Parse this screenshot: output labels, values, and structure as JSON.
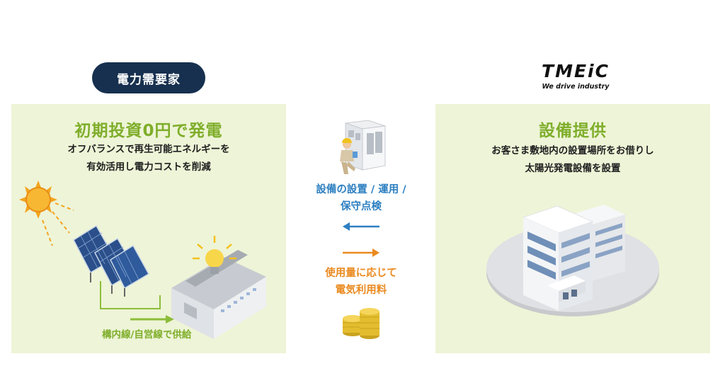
{
  "customer": {
    "badge_label": "電力需要家",
    "title": "初期投資0円で発電",
    "description_line1": "オフバランスで再生可能エネルギーを",
    "description_line2": "有効活用し電力コストを削減",
    "supply_label": "構内線/自営線で供給"
  },
  "provider": {
    "logo_text": "TMEiC",
    "logo_tagline": "We drive industry",
    "title": "設備提供",
    "description_line1": "お客さま敷地内の設置場所をお借りし",
    "description_line2": "太陽光発電設備を設置"
  },
  "flows": {
    "service_line1": "設備の設置 / 運用 /",
    "service_line2": "保守点検",
    "payment_line1": "使用量に応じて",
    "payment_line2": "電気利用料"
  },
  "colors": {
    "badge_bg": "#17304f",
    "panel_bg": "#eef4d7",
    "accent_green": "#7fae2b",
    "flow_blue": "#2d7fc1",
    "flow_orange": "#ea8a1f"
  }
}
